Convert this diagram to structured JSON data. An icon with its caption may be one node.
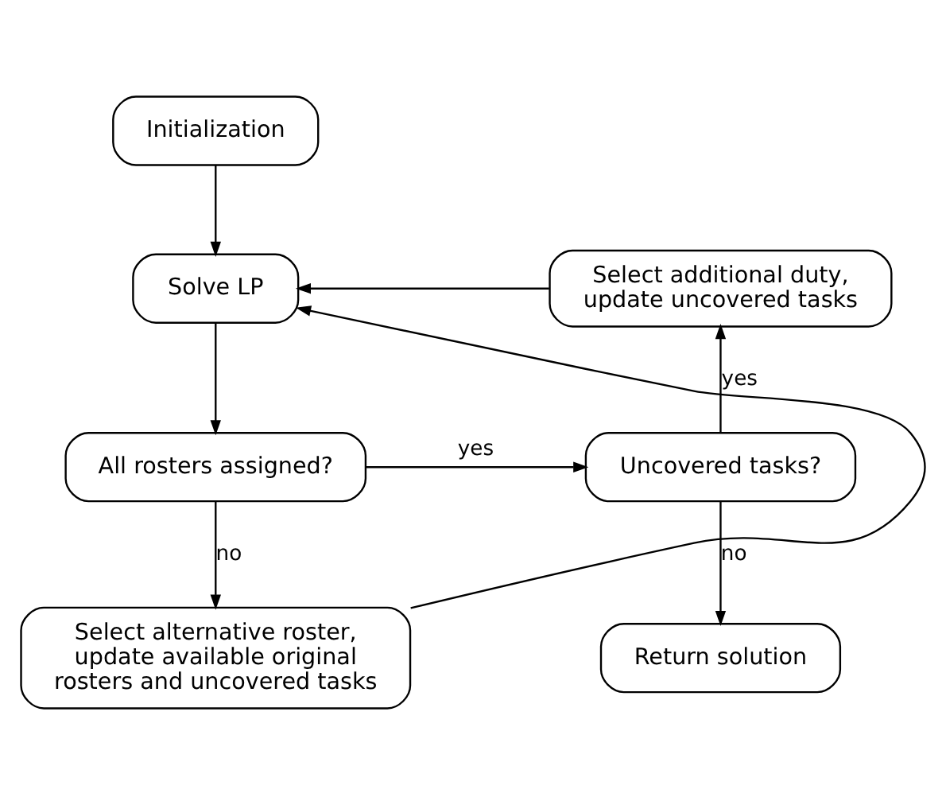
{
  "diagram": {
    "nodes": [
      {
        "text": [
          "Initialization"
        ]
      },
      {
        "text": [
          "Solve LP"
        ]
      },
      {
        "text": [
          "Select additional duty, update uncovered tasks"
        ]
      },
      {
        "text": [
          "All rosters assigned?"
        ]
      },
      {
        "text": [
          "Uncovered tasks?"
        ]
      },
      {
        "text": [
          "Select alternative roster, update available original rosters and uncovered tasks"
        ]
      },
      {
        "text": [
          "Return solution"
        ]
      }
    ],
    "edges": [
      {
        "from": 0,
        "to": 1,
        "arrow": "to"
      },
      {
        "from": 1,
        "to": 3,
        "arrow": "to"
      },
      {
        "from": 3,
        "to": 4,
        "arrow": "to",
        "label": "yes"
      },
      {
        "from": 4,
        "to": 2,
        "arrow": "to",
        "label": "yes"
      },
      {
        "from": 2,
        "to": 1,
        "arrow": "to"
      },
      {
        "from": 3,
        "to": 5,
        "arrow": "to",
        "label": "no"
      },
      {
        "from": 5,
        "to": 1,
        "arrow": "to"
      },
      {
        "from": 4,
        "to": 6,
        "arrow": "to",
        "label": "no"
      }
    ]
  }
}
